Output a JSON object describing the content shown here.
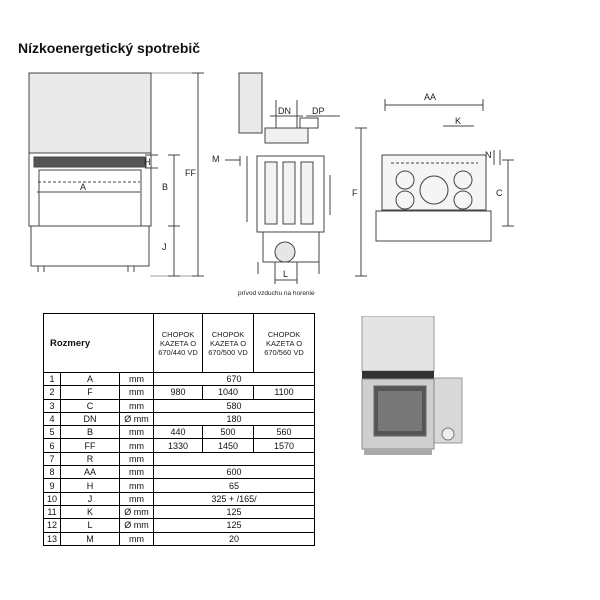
{
  "title": "Nízkoenergetický spotrebič",
  "caption": "prívod vzduchu na horenie",
  "dimension_labels": {
    "A": "A",
    "H": "H",
    "B": "B",
    "J": "J",
    "FF": "FF",
    "M": "M",
    "DN": "DN",
    "DP": "DP",
    "F": "F",
    "L": "L",
    "AA": "AA",
    "K": "K",
    "N": "N",
    "C": "C"
  },
  "table": {
    "header": {
      "label": "Rozmery",
      "col1": "CHOPOK KAZETA O 670/440 VD",
      "col2": "CHOPOK KAZETA O 670/500 VD",
      "col3": "CHOPOK KAZETA O 670/560 VD"
    },
    "rows": [
      {
        "n": "1",
        "sym": "A",
        "unit": "mm",
        "v1": "",
        "v2": "670",
        "v3": "",
        "merged": true
      },
      {
        "n": "2",
        "sym": "F",
        "unit": "mm",
        "v1": "980",
        "v2": "1040",
        "v3": "1100",
        "merged": false
      },
      {
        "n": "3",
        "sym": "C",
        "unit": "mm",
        "v1": "",
        "v2": "580",
        "v3": "",
        "merged": true
      },
      {
        "n": "4",
        "sym": "DN",
        "unit": "Ø mm",
        "v1": "",
        "v2": "180",
        "v3": "",
        "merged": true
      },
      {
        "n": "5",
        "sym": "B",
        "unit": "mm",
        "v1": "440",
        "v2": "500",
        "v3": "560",
        "merged": false
      },
      {
        "n": "6",
        "sym": "FF",
        "unit": "mm",
        "v1": "1330",
        "v2": "1450",
        "v3": "1570",
        "merged": false
      },
      {
        "n": "7",
        "sym": "R",
        "unit": "mm",
        "v1": "",
        "v2": "",
        "v3": "",
        "merged": true
      },
      {
        "n": "8",
        "sym": "AA",
        "unit": "mm",
        "v1": "",
        "v2": "600",
        "v3": "",
        "merged": true
      },
      {
        "n": "9",
        "sym": "H",
        "unit": "mm",
        "v1": "",
        "v2": "65",
        "v3": "",
        "merged": true
      },
      {
        "n": "10",
        "sym": "J",
        "unit": "mm",
        "v1": "",
        "v2": "325 + /165/",
        "v3": "",
        "merged": true
      },
      {
        "n": "11",
        "sym": "K",
        "unit": "Ø mm",
        "v1": "",
        "v2": "125",
        "v3": "",
        "merged": true
      },
      {
        "n": "12",
        "sym": "L",
        "unit": "Ø mm",
        "v1": "",
        "v2": "125",
        "v3": "",
        "merged": true
      },
      {
        "n": "13",
        "sym": "M",
        "unit": "mm",
        "v1": "",
        "v2": "20",
        "v3": "",
        "merged": true
      }
    ]
  }
}
